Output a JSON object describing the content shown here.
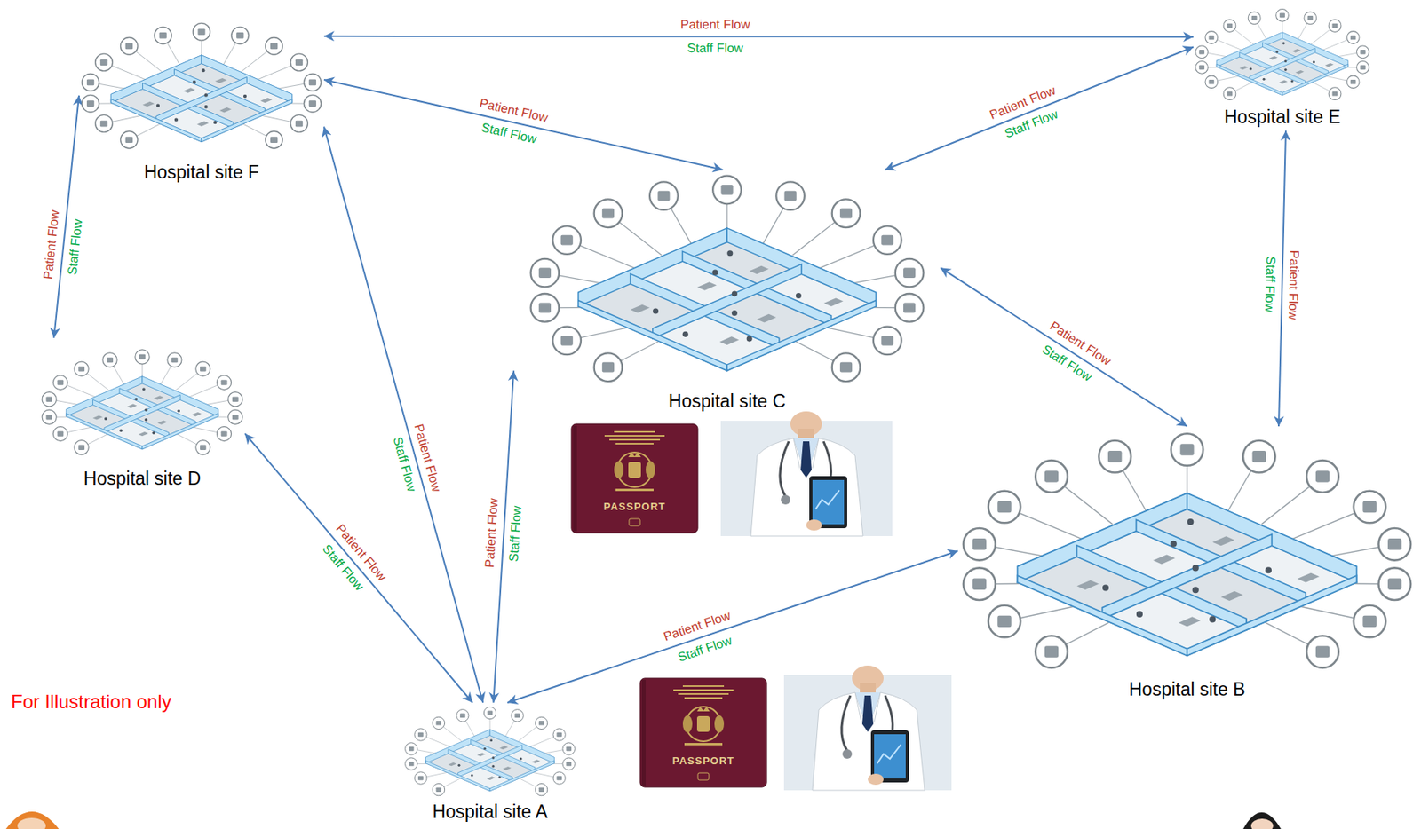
{
  "diagram": {
    "nodes": [
      {
        "text": [
          "Hospital site F"
        ]
      },
      {
        "text": [
          "Hospital site E"
        ]
      },
      {
        "text": [
          "Hospital site C"
        ]
      },
      {
        "text": [
          "Hospital site D"
        ]
      },
      {
        "text": [
          "Hospital site B"
        ]
      },
      {
        "text": [
          "Hospital site A"
        ]
      }
    ],
    "edges": [
      {
        "from": 0,
        "to": 1,
        "label": "Patient Flow",
        "arrow": "both"
      },
      {
        "from": 0,
        "to": 2,
        "label": "Patient Flow",
        "arrow": "both"
      },
      {
        "from": 2,
        "to": 1,
        "label": "Patient Flow",
        "arrow": "both"
      },
      {
        "from": 0,
        "to": 3,
        "label": "Patient Flow",
        "arrow": "both"
      },
      {
        "from": 0,
        "to": 5,
        "label": "Patient Flow",
        "arrow": "both"
      },
      {
        "from": 1,
        "to": 4,
        "label": "Patient Flow",
        "arrow": "both"
      },
      {
        "from": 2,
        "to": 4,
        "label": "Patient Flow",
        "arrow": "both"
      },
      {
        "from": 3,
        "to": 5,
        "label": "Patient Flow",
        "arrow": "both"
      },
      {
        "from": 2,
        "to": 5,
        "label": "Patient Flow",
        "arrow": "both"
      },
      {
        "from": 5,
        "to": 4,
        "label": "Patient Flow",
        "arrow": "both"
      }
    ],
    "labels": [
      "Staff Flow",
      "Staff Flow",
      "Staff Flow",
      "Staff Flow",
      "Staff Flow",
      "Staff Flow",
      "Staff Flow",
      "Staff Flow",
      "Staff Flow",
      "Staff Flow",
      "PASSPORT",
      "PASSPORT",
      "For Illustration only"
    ]
  }
}
